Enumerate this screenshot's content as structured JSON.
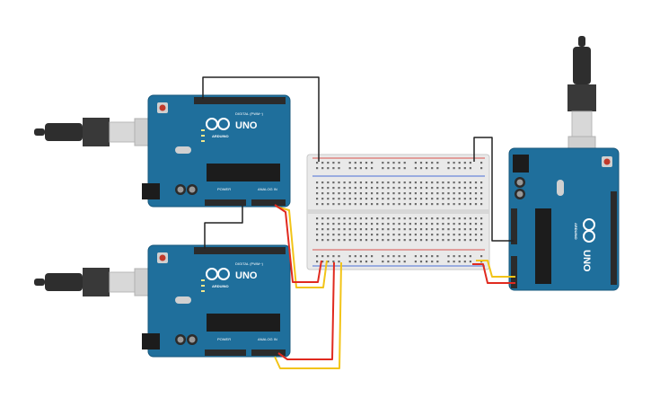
{
  "boards": [
    {
      "id": "arduino-top",
      "model": "UNO",
      "brand": "ARDUINO",
      "digital_label": "DIGITAL (PWM~)",
      "power_label": "POWER",
      "analog_label": "ANALOG IN"
    },
    {
      "id": "arduino-bottom",
      "model": "UNO",
      "brand": "ARDUINO",
      "digital_label": "DIGITAL (PWM~)",
      "power_label": "POWER",
      "analog_label": "ANALOG IN"
    },
    {
      "id": "arduino-right",
      "model": "UNO",
      "brand": "ARDUINO"
    }
  ],
  "component_labels": {
    "usb": "USB",
    "breadboard": "breadboard"
  },
  "colors": {
    "board": "#1f6f9c",
    "board_dark": "#17577b",
    "header": "#2b2b2b",
    "chip": "#1c1c1c",
    "breadboard": "#e9e9e9",
    "rail_red": "#d9534f",
    "rail_blue": "#4a6fd6",
    "wire_black": "#222222",
    "wire_red": "#e02a1f",
    "wire_yellow": "#f2c418",
    "usb_plug": "#2e2e2e",
    "usb_metal": "#d8d8d8"
  }
}
